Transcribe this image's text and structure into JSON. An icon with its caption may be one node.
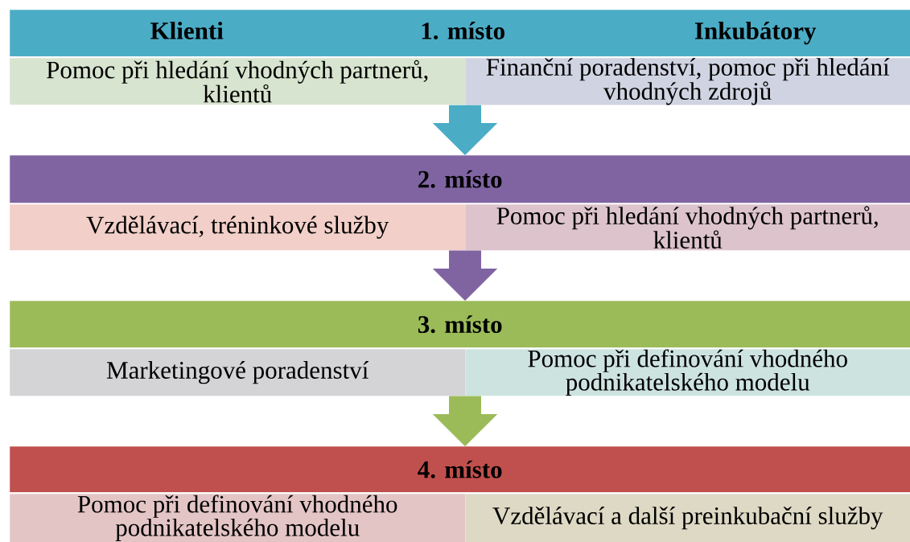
{
  "diagram": {
    "nodes": [
      {
        "text": [
          "Klienti",
          "1. místo",
          "Inkubátory"
        ]
      },
      {
        "text": [
          "Pomoc při hledání vhodných partnerů, klientů"
        ]
      },
      {
        "text": [
          "Finanční poradenství, pomoc při hledání vhodných zdrojů"
        ]
      },
      {
        "text": [
          "2. místo"
        ]
      },
      {
        "text": [
          "Vzdělávací, tréninkové služby"
        ]
      },
      {
        "text": [
          "Pomoc při hledání vhodných partnerů, klientů"
        ]
      },
      {
        "text": [
          "3. místo"
        ]
      },
      {
        "text": [
          "Marketingové poradenství"
        ]
      },
      {
        "text": [
          "Pomoc při definování vhodného podnikatelského modelu"
        ]
      },
      {
        "text": [
          "4. místo"
        ]
      },
      {
        "text": [
          "Pomoc při definování vhodného podnikatelského modelu"
        ]
      },
      {
        "text": [
          "Vzdělávací a další preinkubační služby"
        ]
      }
    ],
    "edges": [
      {
        "from": 2,
        "to": 3,
        "arrow": "to",
        "color": "#4bacc6"
      },
      {
        "from": 5,
        "to": 6,
        "arrow": "to",
        "color": "#8064a2"
      },
      {
        "from": 8,
        "to": 9,
        "arrow": "to",
        "color": "#9bbb59"
      }
    ]
  }
}
